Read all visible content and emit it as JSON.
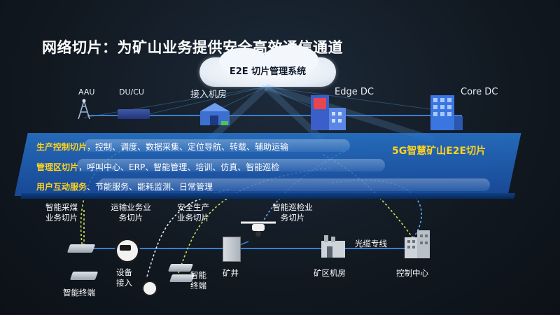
{
  "title": "网络切片：为矿山业务提供安全高效通信通道",
  "cloud_label": "E2E 切片管理系统",
  "top_nodes": {
    "aau": "AAU",
    "du_cu": "DU/CU",
    "access_room": "接入机房",
    "edge_dc": "Edge DC",
    "core_dc": "Core DC"
  },
  "slice_title": "5G智慧矿山E2E切片",
  "slice_rows": [
    {
      "name": "生产控制切片",
      "sep": "，",
      "items": "控制、调度、数据采集、定位导航、转载、辅助运输"
    },
    {
      "name": "管理区切片",
      "sep": "，",
      "items": "呼叫中心、ERP、智能管理、培训、仿真、智能巡检"
    },
    {
      "name": "用户互动服务",
      "sep": "、",
      "items": "节能服务、能耗监测、日常管理"
    }
  ],
  "slice_labels": {
    "coal": [
      "智能采煤",
      "业务切片"
    ],
    "transport": [
      "运输业务业",
      "务切片"
    ],
    "safety": [
      "安全生产",
      "业务切片"
    ],
    "inspection": [
      "智能巡检业",
      "务切片"
    ]
  },
  "bottom_nodes": {
    "terminal_left": "智能终端",
    "device_access": [
      "设备",
      "接入"
    ],
    "terminal_mid": [
      "智能",
      "终端"
    ],
    "mine_shaft": "矿井",
    "mine_room": "矿区机房",
    "fiber": "光缆专线",
    "control_center": "控制中心"
  },
  "colors": {
    "accent_yellow": "#ffd21f",
    "slab_blue": "#2a78d2",
    "line_blue": "#3a7fd0",
    "dash_green": "#c8e05a",
    "dash_blue": "#6aa8ff",
    "dash_white": "#e6e6e6"
  }
}
